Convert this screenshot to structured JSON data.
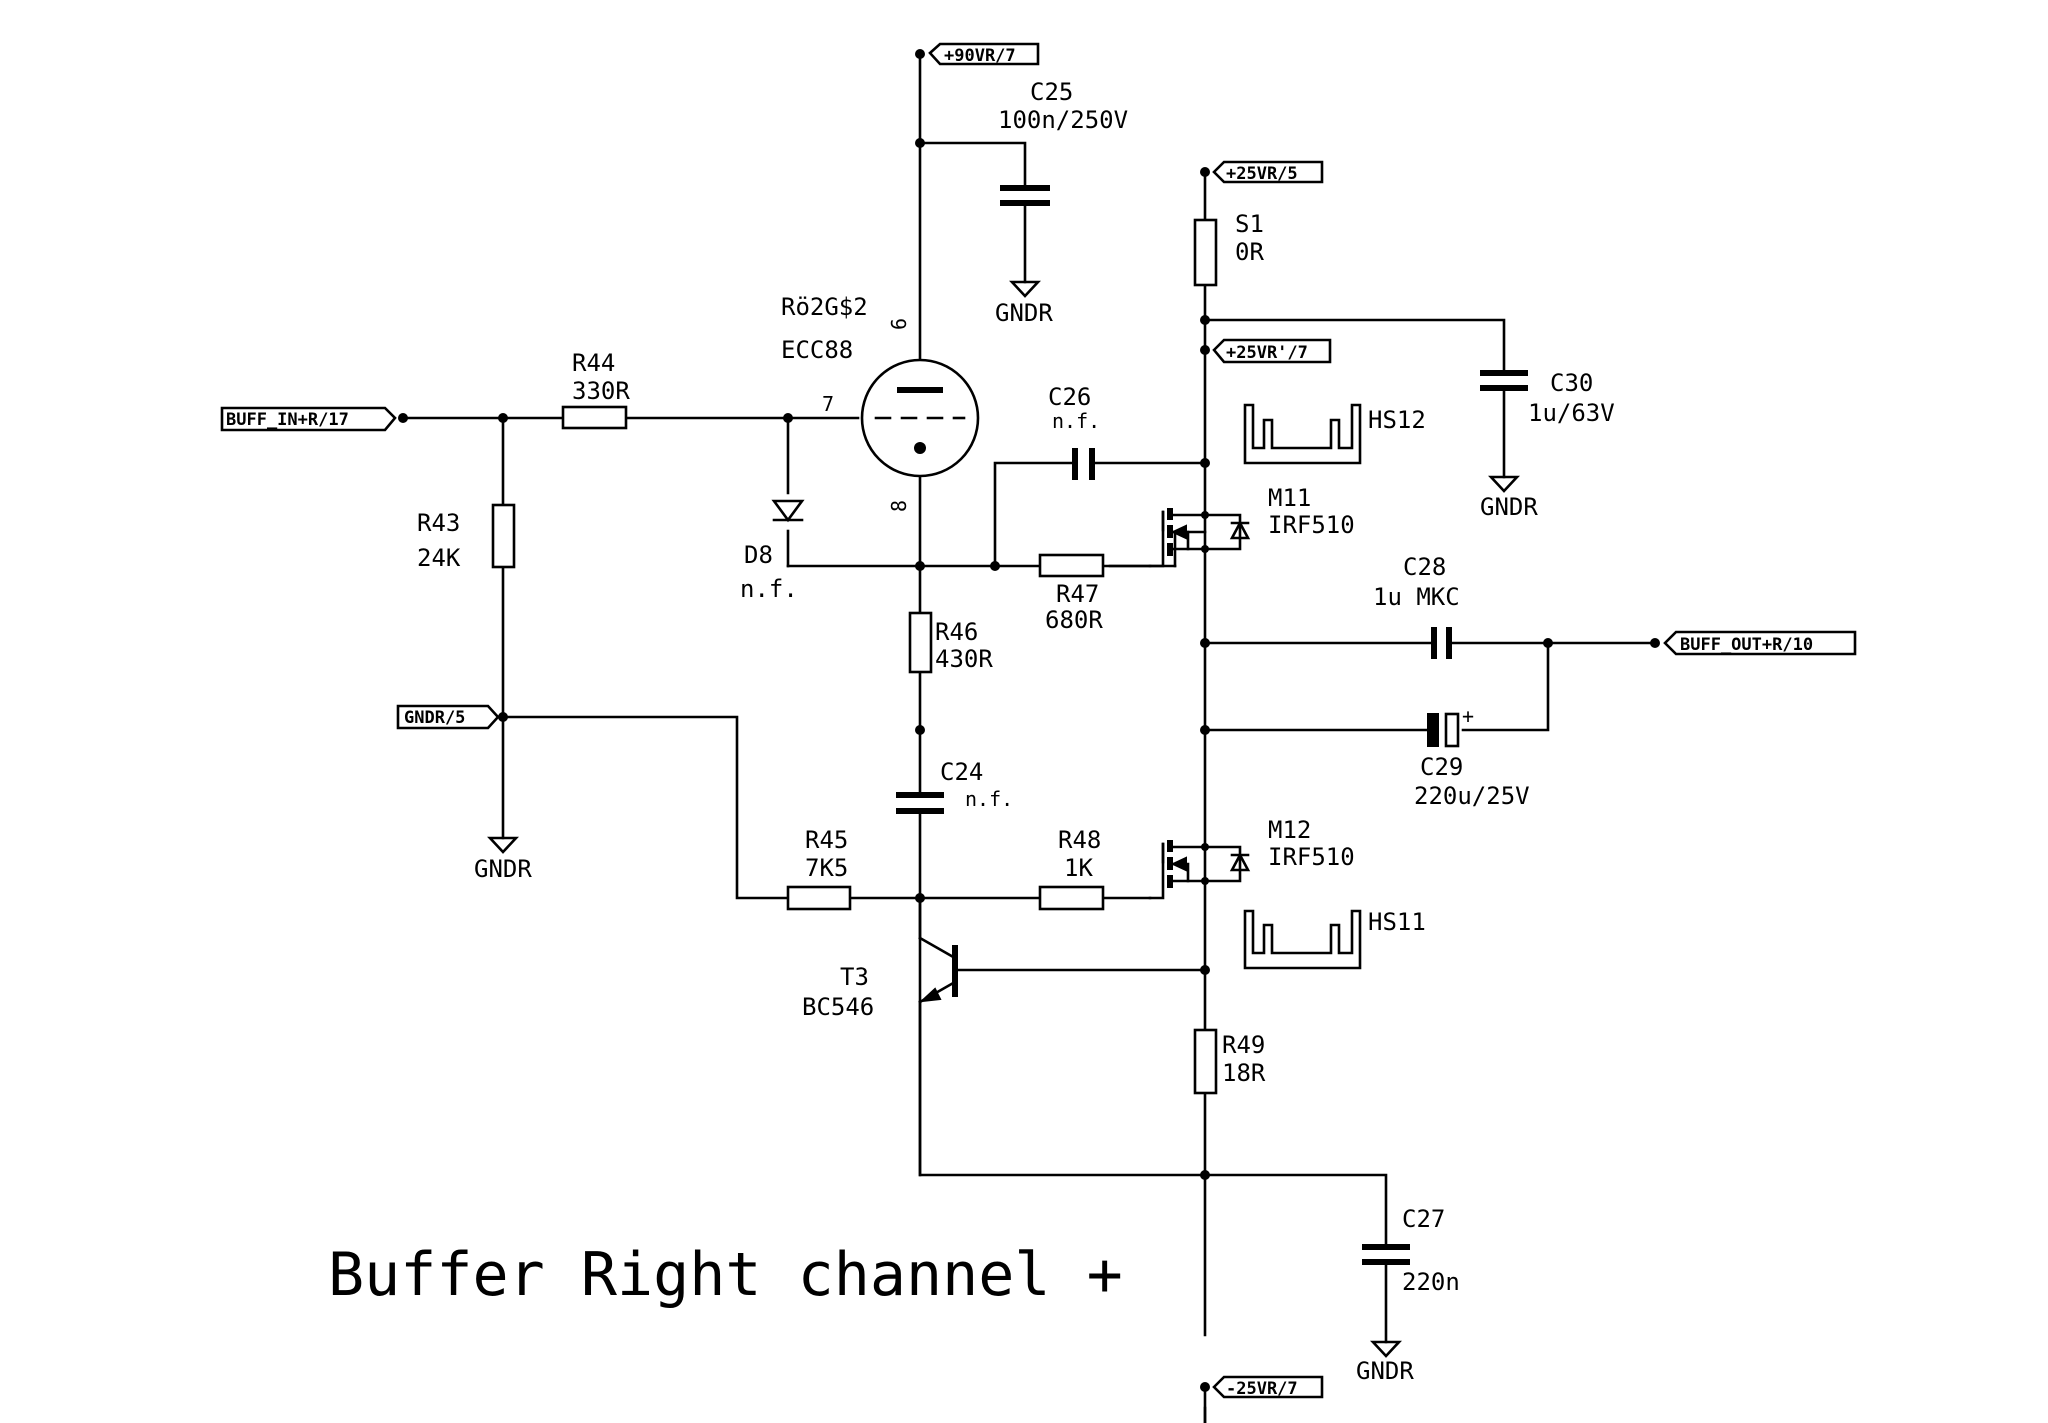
{
  "title": "Buffer Right channel +",
  "ports": {
    "p90": "+90VR/7",
    "p25": "+25VR/5",
    "p25b": "+25VR'/7",
    "in": "BUFF_IN+R/17",
    "out": "BUFF_OUT+R/10",
    "gnd5": "GNDR/5",
    "m25": "-25VR/7"
  },
  "ground_label": "GNDR",
  "tube": {
    "ref": "Rö2G$2",
    "value": "ECC88",
    "pin6": "6",
    "pin7": "7",
    "pin8": "8"
  },
  "components": {
    "c25": {
      "ref": "C25",
      "value": "100n/250V"
    },
    "s1": {
      "ref": "S1",
      "value": "0R"
    },
    "c30": {
      "ref": "C30",
      "value": "1u/63V"
    },
    "r44": {
      "ref": "R44",
      "value": "330R"
    },
    "r43": {
      "ref": "R43",
      "value": "24K"
    },
    "d8": {
      "ref": "D8",
      "value": "n.f."
    },
    "c26": {
      "ref": "C26",
      "value": "n.f."
    },
    "hs12": {
      "ref": "HS12"
    },
    "m11": {
      "ref": "M11",
      "value": "IRF510"
    },
    "r47": {
      "ref": "R47",
      "value": "680R"
    },
    "r46": {
      "ref": "R46",
      "value": "430R"
    },
    "c28": {
      "ref": "C28",
      "value": "1u MKC"
    },
    "c29": {
      "ref": "C29",
      "value": "220u/25V",
      "polarity": "+"
    },
    "c24": {
      "ref": "C24",
      "value": "n.f."
    },
    "m12": {
      "ref": "M12",
      "value": "IRF510"
    },
    "hs11": {
      "ref": "HS11"
    },
    "r45": {
      "ref": "R45",
      "value": "7K5"
    },
    "r48": {
      "ref": "R48",
      "value": "1K"
    },
    "t3": {
      "ref": "T3",
      "value": "BC546"
    },
    "r49": {
      "ref": "R49",
      "value": "18R"
    },
    "c27": {
      "ref": "C27",
      "value": "220n"
    }
  }
}
